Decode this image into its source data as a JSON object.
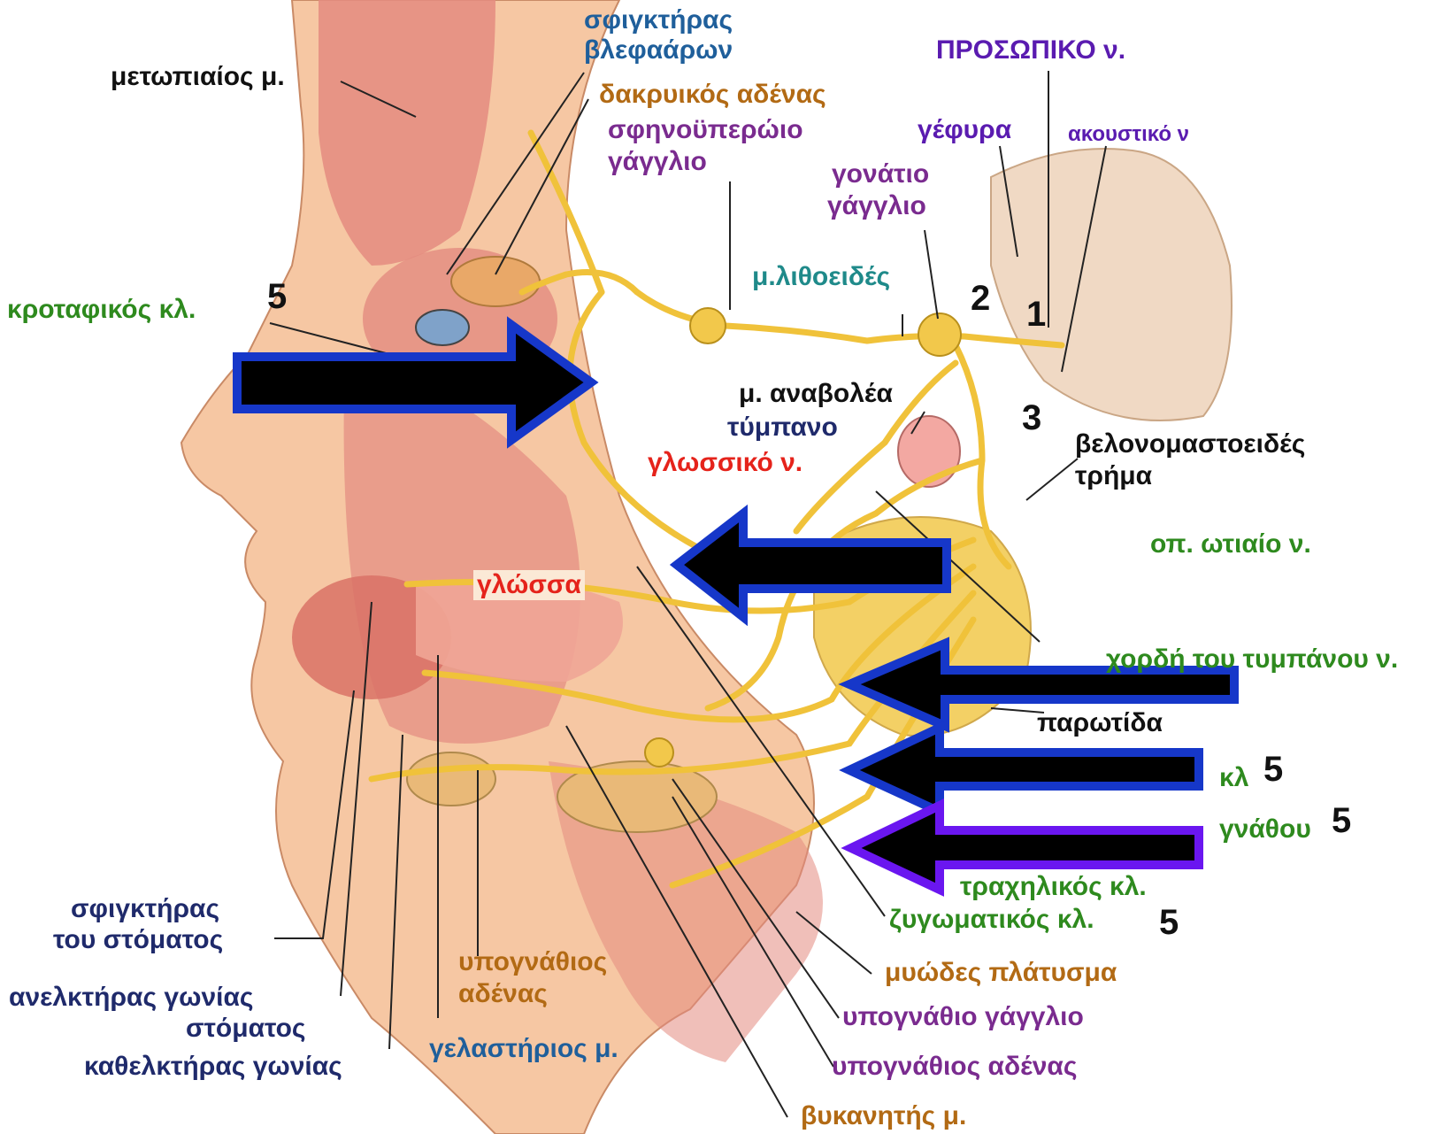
{
  "colors": {
    "black": "#111111",
    "navy": "#1f2a6b",
    "blue": "#1f5f9b",
    "purple": "#7a2b8f",
    "violet": "#5a1bb0",
    "green": "#2e8a1e",
    "teal": "#1f8a8a",
    "brown": "#b26a14",
    "red": "#e5231b",
    "arrow_fill": "#000000",
    "arrow_stroke": "#1637c9",
    "arrow_stroke_last": "#6a16f0",
    "nerve": "#f0c23a",
    "skin": "#f6c7a3",
    "muscle": "#e48b80",
    "bone": "#f0d9c4"
  },
  "labels": {
    "metopiaios": "μετωπιαίος μ.",
    "sfigktiras_blef_1": "σφιγκτήρας",
    "sfigktiras_blef_2": "βλεφαάρων",
    "prosopiko": "ΠΡΟΣΩΠΙΚΟ ν.",
    "dakryikos": "δακρυικός αδένας",
    "sfinoyperoio_1": "σφηνοϋπερώιο",
    "sfinoyperoio_2": "γάγγλιο",
    "gefyra": "γέφυρα",
    "akoustiko": "ακουστικό ν",
    "gonatio_1": "γονάτιο",
    "gonatio_2": "γάγγλιο",
    "lithoeides": "μ.λιθοειδές",
    "krotafikos": "κροταφικός κλ.",
    "num_5_krot": "5",
    "num_2": "2",
    "num_1": "1",
    "num_3": "3",
    "anavolea": "μ. αναβολέα",
    "tympano": "τύμπανο",
    "glossiko": "γλωσσικό ν.",
    "velonomastoeides_1": "βελονομαστοειδές",
    "velonomastoeides_2": "τρήμα",
    "opt_otiaio": "οπ. ωτιαίο ν.",
    "glossa": "γλώσσα",
    "chordi": "χορδή του τυμπάνου ν.",
    "parotida": "παρωτίδα",
    "kl5": "κλ",
    "num_5_kl": "5",
    "gnathou": "γνάθου",
    "num_5_gnathou": "5",
    "trachilikos": "τραχηλικός κλ.",
    "zygomatikos": "ζυγωματικός κλ.",
    "num_5_zyg": "5",
    "sfigktiras_stom_1": "σφιγκτήρας",
    "sfigktiras_stom_2": "του στόματος",
    "anelktiras_1": "ανελκτήρας γωνίας",
    "anelktiras_2": "στόματος",
    "kathelktiras": "καθελκτήρας γωνίας",
    "ypognathios_1": "υπογνάθιος",
    "ypognathios_2": "αδένας",
    "gelastirios": "γελαστήριος μ.",
    "mywdes": "μυώδες πλάτυσμα",
    "ypognathio_gagglio": "υπογνάθιο γάγγλιο",
    "ypognathios_adenas": "υπογνάθιος αδένας",
    "vykanitis": "βυκανητής μ."
  }
}
